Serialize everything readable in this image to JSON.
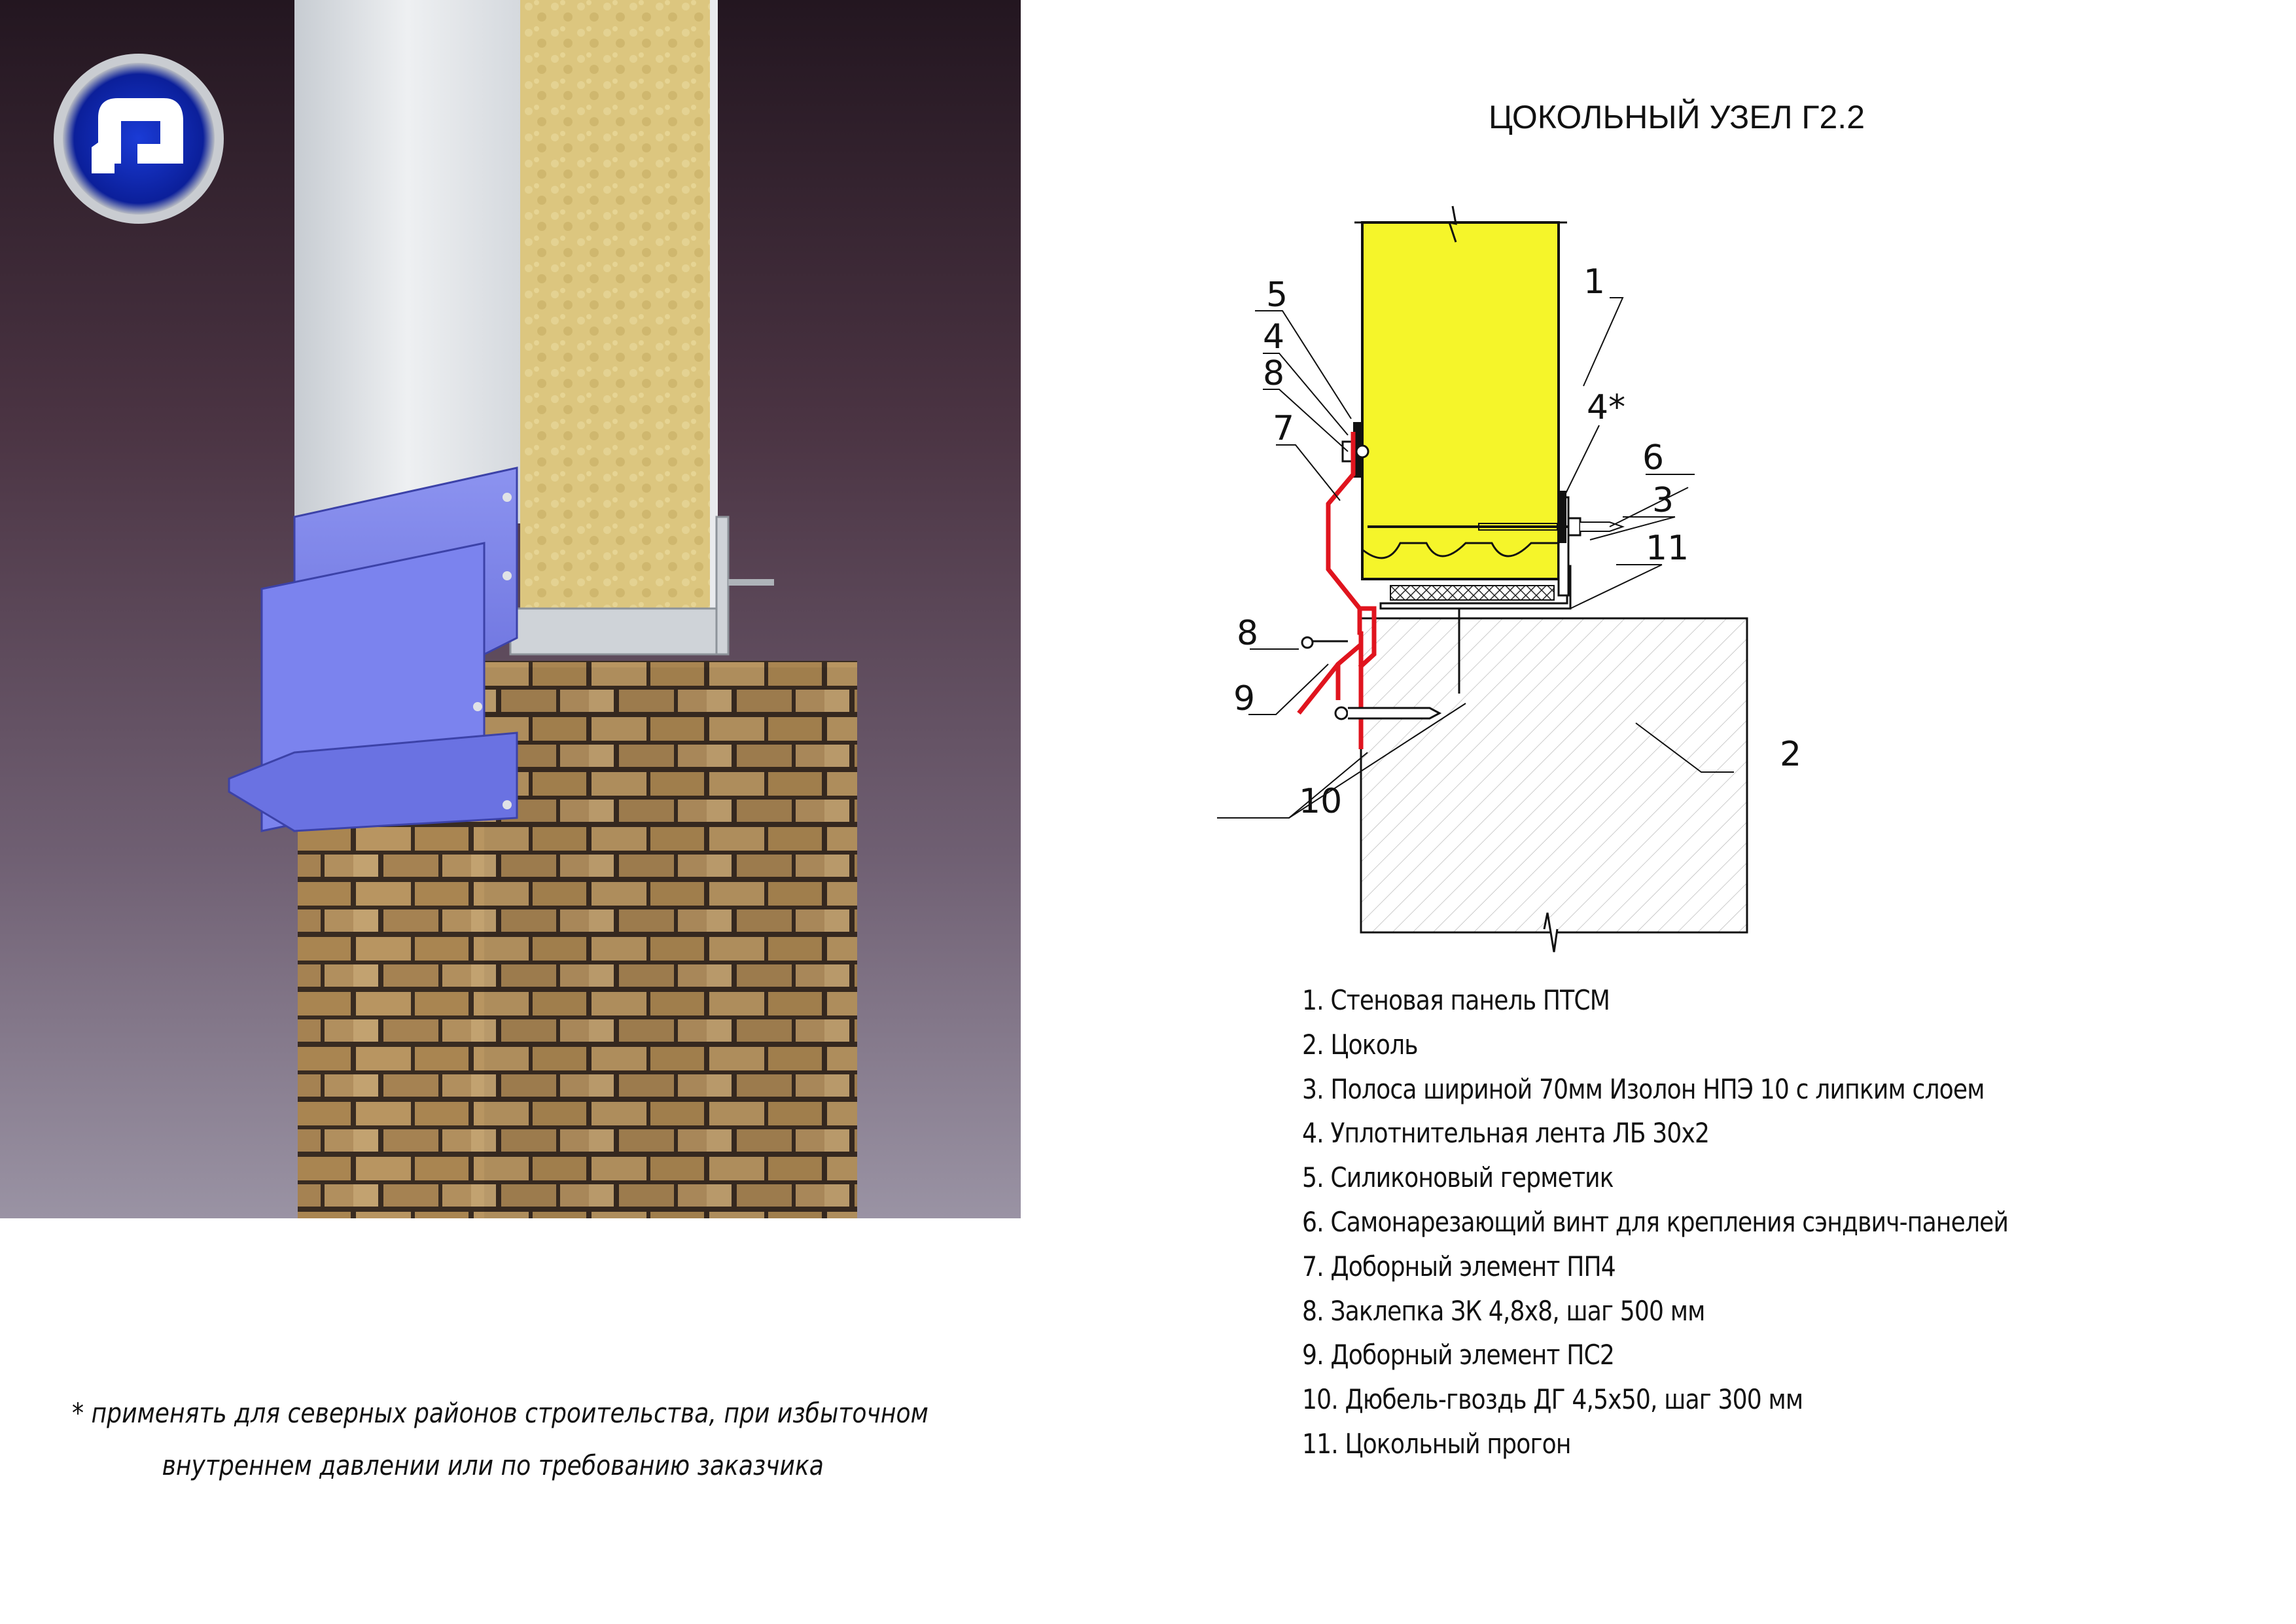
{
  "title": "ЦОКОЛЬНЫЙ УЗЕЛ Г2.2",
  "callouts": {
    "c1": "1",
    "c2": "2",
    "c3": "3",
    "c4": "4",
    "c4star": "4*",
    "c5": "5",
    "c6": "6",
    "c7": "7",
    "c8a": "8",
    "c8b": "8",
    "c9": "9",
    "c10": "10",
    "c11": "11"
  },
  "legend": [
    "1. Стеновая панель ПТСМ",
    "2. Цоколь",
    "3. Полоса шириной 70мм Изолон НПЭ 10 с липким слоем",
    "4. Уплотнительная лента ЛБ 30х2",
    "5. Силиконовый герметик",
    "6. Самонарезающий винт для крепления сэндвич-панелей",
    "7. Доборный элемент ПП4",
    "8. Заклепка ЗК 4,8х8, шаг 500 мм",
    "9. Доборный элемент ПС2",
    "10. Дюбель-гвоздь ДГ 4,5х50, шаг 300 мм",
    "11. Цокольный прогон"
  ],
  "footnote": {
    "line1": "* применять для  северных районов строительства, при избыточном",
    "line2": "внутреннем давлении  или по требованию заказчика"
  },
  "colors": {
    "panel_core": "#f5f52a",
    "flashing_red": "#e0141e",
    "flashing_blue": "#6f77e6",
    "brick": "#c9a46a",
    "wool": "#d9c47a",
    "background_dark": "#2a1a26"
  }
}
